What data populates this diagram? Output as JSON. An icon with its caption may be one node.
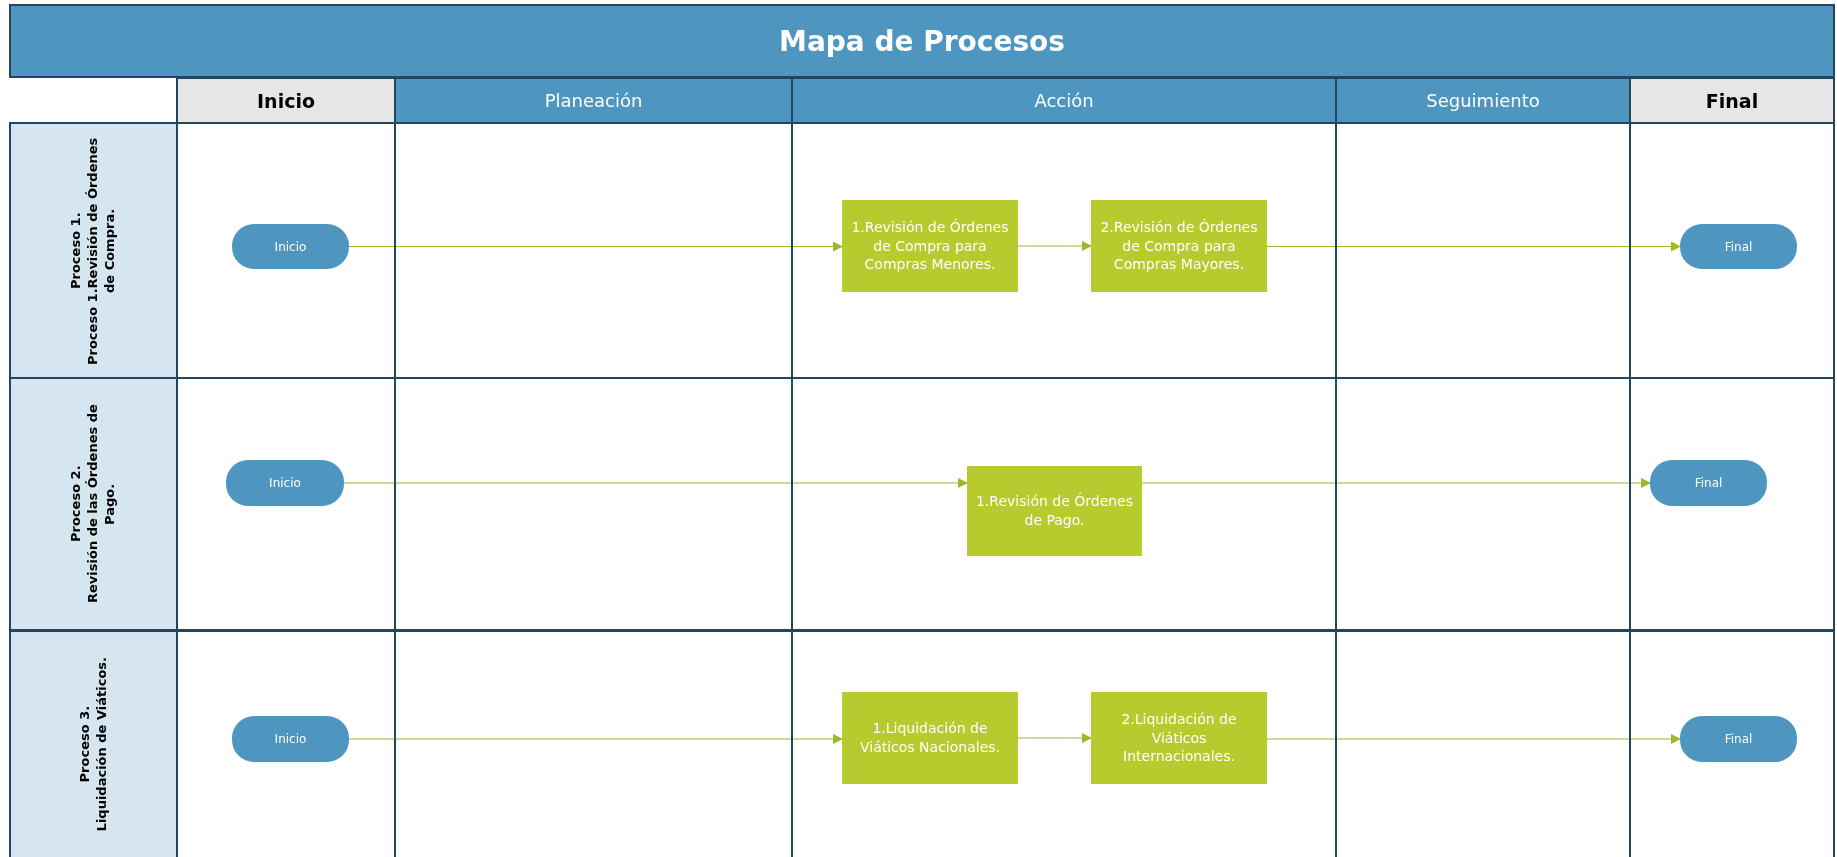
{
  "diagram": {
    "title": "Mapa de Procesos",
    "nodes": [
      {
        "text": [
          "Inicio"
        ]
      },
      {
        "text": [
          "Planeación"
        ]
      },
      {
        "text": [
          "Acción"
        ]
      },
      {
        "text": [
          "Seguimiento"
        ]
      },
      {
        "text": [
          "Final"
        ]
      },
      {
        "text": [
          "Proceso 1.",
          "Proceso 1.Revisión de Órdenes de Compra."
        ]
      },
      {
        "text": [
          "Inicio"
        ],
        "in": 5
      },
      {
        "text": [
          "1.Revisión de Órdenes de Compra para Compras Menores."
        ],
        "in": 5
      },
      {
        "text": [
          "2.Revisión de Órdenes de Compra para Compras Mayores."
        ],
        "in": 5
      },
      {
        "text": [
          "Final"
        ],
        "in": 5
      },
      {
        "text": [
          "Proceso 2.",
          "Revisión de las Órdenes de Pago."
        ]
      },
      {
        "text": [
          "Inicio"
        ],
        "in": 10
      },
      {
        "text": [
          "1.Revisión de Órdenes de Pago."
        ],
        "in": 10
      },
      {
        "text": [
          "Final"
        ],
        "in": 10
      },
      {
        "text": [
          "Proceso 3.",
          "Liquidación de Viáticos."
        ]
      },
      {
        "text": [
          "Inicio"
        ],
        "in": 14
      },
      {
        "text": [
          "1.Liquidación de Viáticos Nacionales."
        ],
        "in": 14
      },
      {
        "text": [
          "2.Liquidación de Viáticos Internacionales."
        ],
        "in": 14
      },
      {
        "text": [
          "Final"
        ],
        "in": 14
      }
    ],
    "edges": [
      {
        "from": 6,
        "to": 7,
        "arrow": "to"
      },
      {
        "from": 7,
        "to": 8,
        "arrow": "to"
      },
      {
        "from": 8,
        "to": 9,
        "arrow": "to"
      },
      {
        "from": 11,
        "to": 12,
        "arrow": "to"
      },
      {
        "from": 12,
        "to": 13,
        "arrow": "to"
      },
      {
        "from": 15,
        "to": 16,
        "arrow": "to"
      },
      {
        "from": 16,
        "to": 17,
        "arrow": "to"
      },
      {
        "from": 17,
        "to": 18,
        "arrow": "to"
      }
    ]
  }
}
